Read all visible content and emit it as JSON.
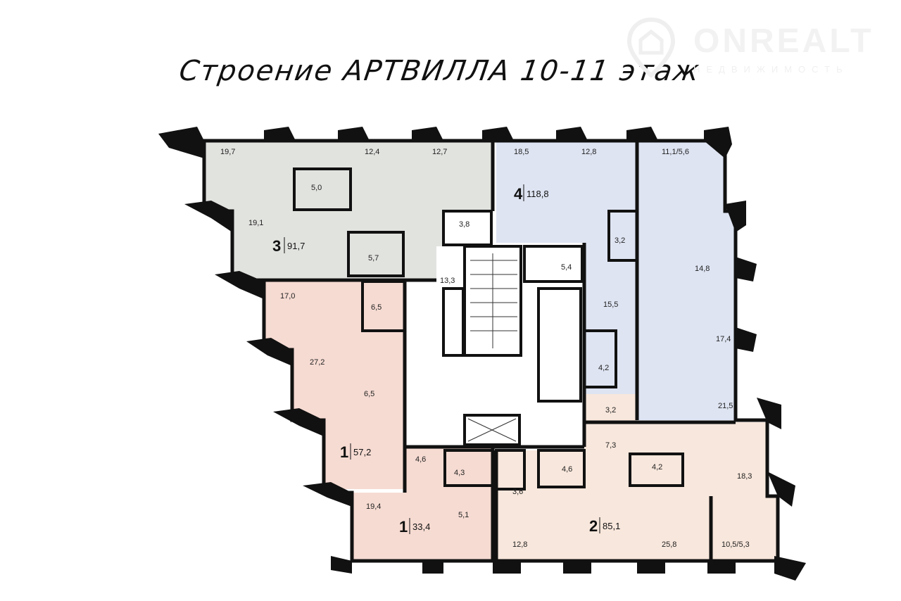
{
  "title": "Строение АРТВИЛЛА 10-11 этаж",
  "watermark": {
    "brand": "ONREALT",
    "tagline": "НЕДВИЖИМОСТЬ"
  },
  "colors": {
    "apt3": "#e1e3df",
    "apt4": "#dee4f2",
    "apt1": "#f6dbd2",
    "apt2": "#f8e7dc",
    "wall": "#111111"
  },
  "apartments": [
    {
      "rooms": "3",
      "area": "91,7"
    },
    {
      "rooms": "4",
      "area": "118,8"
    },
    {
      "rooms": "1",
      "area": "57,2"
    },
    {
      "rooms": "1",
      "area": "33,4"
    },
    {
      "rooms": "2",
      "area": "85,1"
    }
  ],
  "rooms": {
    "a3": [
      "19,7",
      "12,4",
      "12,7",
      "5,0",
      "19,1",
      "3,8",
      "5,7",
      "13,3"
    ],
    "a4": [
      "18,5",
      "12,8",
      "11,1/5,6",
      "3,2",
      "5,4",
      "14,8",
      "15,5",
      "17,4",
      "4,2",
      "21,5"
    ],
    "a1big": [
      "17,0",
      "6,5",
      "27,2",
      "6,5"
    ],
    "a1small": [
      "4,6",
      "4,3",
      "19,4",
      "5,1"
    ],
    "a2": [
      "3,2",
      "7,3",
      "4,2",
      "18,3",
      "3,6",
      "4,6",
      "12,8",
      "25,8",
      "10,5/5,3"
    ]
  }
}
